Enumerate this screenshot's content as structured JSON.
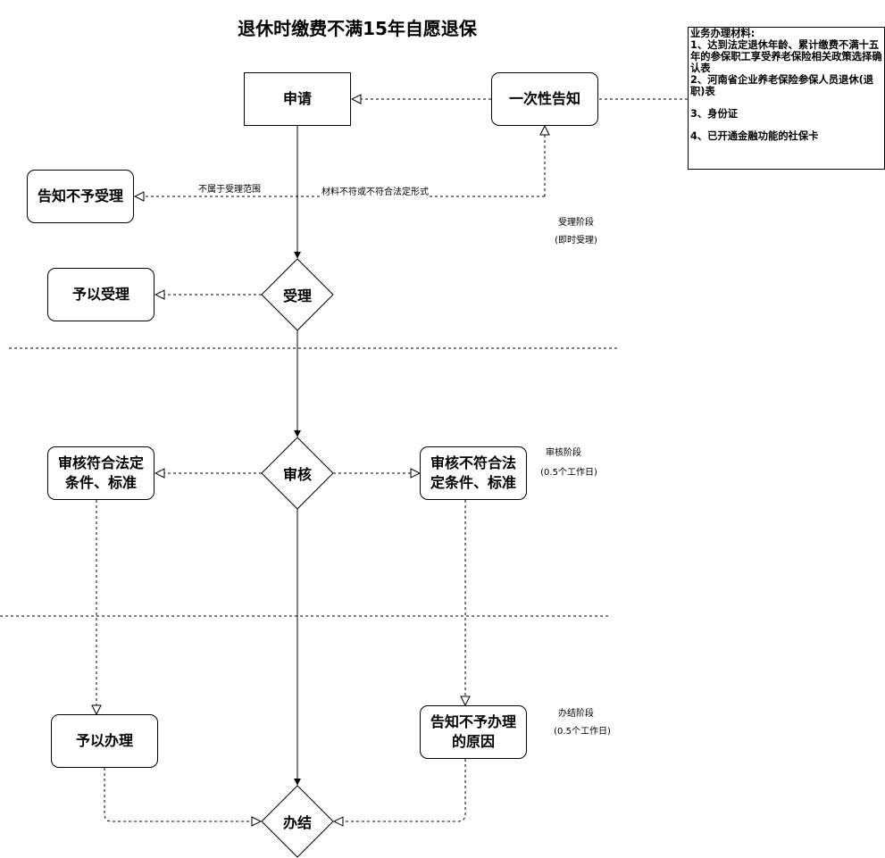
{
  "title": "退休时缴费不满15年自愿退保",
  "nodes": {
    "apply": "申请",
    "notify_once": "一次性告知",
    "notify_reject": "告知不予受理",
    "accept_ok": "予以受理",
    "accept": "受理",
    "review_ok": "审核符合法定条件、标准",
    "review": "审核",
    "review_fail": "审核不符合法定条件、标准",
    "approve": "予以办理",
    "notify_reason": "告知不予办理的原因",
    "finish": "办结"
  },
  "edge_labels": {
    "out_of_scope": "不属于受理范围",
    "material_invalid": "材料不符或不符合法定形式"
  },
  "stages": {
    "accept_stage": "受理阶段",
    "accept_time": "(即时受理)",
    "review_stage": "审核阶段",
    "review_time": "(0.5个工作日)",
    "finish_stage": "办结阶段",
    "finish_time": "(0.5个工作日)"
  },
  "materials": {
    "heading": "业务办理材料:",
    "items": [
      "1、达到法定退休年龄、累计缴费不满十五年的参保职工享受养老保险相关政策选择确认表",
      "2、河南省企业养老保险参保人员退休(退职)表",
      "3、身份证",
      "4、已开通金融功能的社保卡"
    ]
  }
}
